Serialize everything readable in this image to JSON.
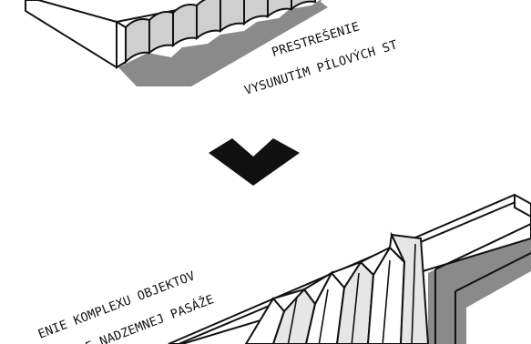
{
  "labels": {
    "top_line1": "PRESTREŠENIE",
    "top_line2": "VYSUNUTÍM PÍLOVÝCH ST",
    "bottom_line1": "ENIE KOMPLEXU OBJEKTOV",
    "bottom_line2": "E NADZEMNEJ PASÁŽE"
  },
  "colors": {
    "ink": "#111111",
    "shadow": "#8a8a8a",
    "paper": "#ffffff",
    "tooth_shade": "#cfcfcf"
  },
  "icons": {
    "arrow": "chevron-down"
  }
}
